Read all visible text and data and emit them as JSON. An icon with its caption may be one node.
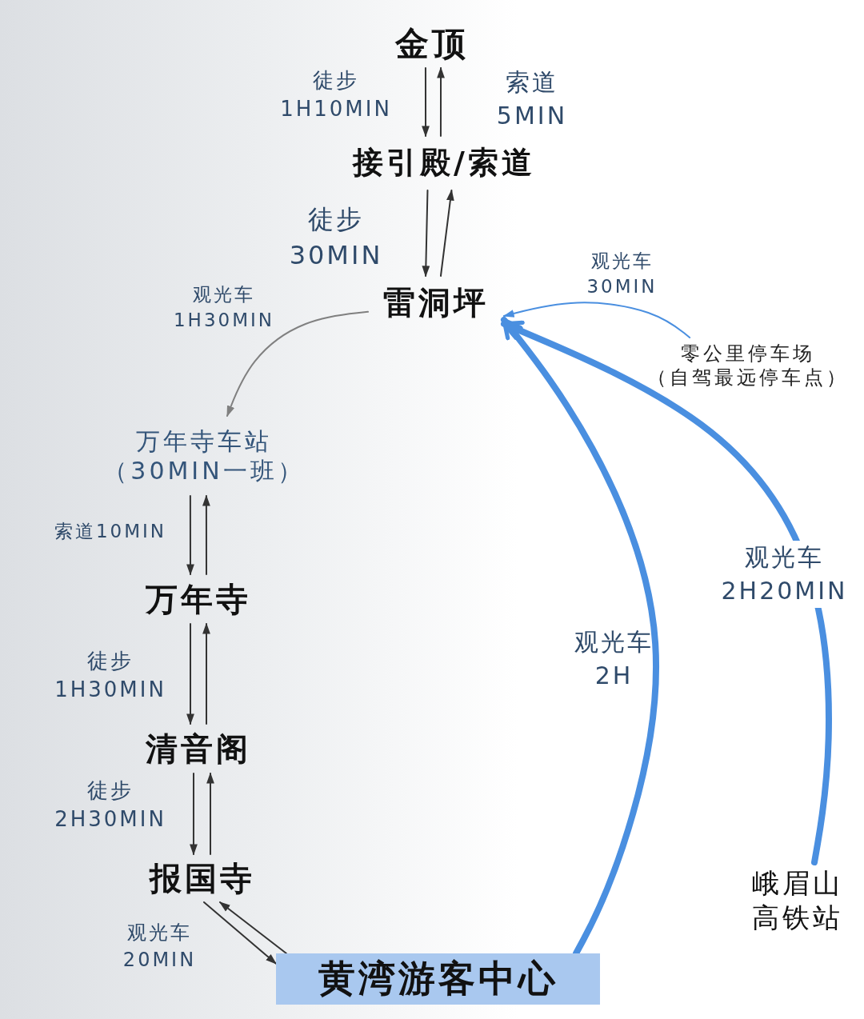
{
  "diagram": {
    "nodes": [
      {
        "text": [
          "金顶"
        ]
      },
      {
        "text": [
          "接引殿/索道"
        ]
      },
      {
        "text": [
          "雷洞坪"
        ]
      },
      {
        "text": [
          "万年寺车站",
          "（30MIN一班）"
        ]
      },
      {
        "text": [
          "万年寺"
        ]
      },
      {
        "text": [
          "清音阁"
        ]
      },
      {
        "text": [
          "报国寺"
        ]
      },
      {
        "text": [
          "黄湾游客中心"
        ]
      },
      {
        "text": [
          "零公里停车场",
          "（自驾最远停车点）"
        ]
      },
      {
        "text": [
          "峨眉山高铁站"
        ]
      }
    ],
    "edges": [
      {
        "from": 0,
        "to": 1,
        "arrow": "to",
        "label": "徒步 1H10MIN"
      },
      {
        "from": 1,
        "to": 0,
        "arrow": "to",
        "label": "索道 5MIN"
      },
      {
        "from": 1,
        "to": 2,
        "arrow": "to",
        "label": "徒步 30MIN"
      },
      {
        "from": 2,
        "to": 1,
        "arrow": "to"
      },
      {
        "from": 2,
        "to": 3,
        "arrow": "to",
        "label": "观光车 1H30MIN",
        "color": "#808080"
      },
      {
        "from": 3,
        "to": 4,
        "arrow": "to",
        "label": "索道10MIN"
      },
      {
        "from": 4,
        "to": 3,
        "arrow": "to"
      },
      {
        "from": 4,
        "to": 5,
        "arrow": "to",
        "label": "徒步 1H30MIN"
      },
      {
        "from": 5,
        "to": 4,
        "arrow": "to"
      },
      {
        "from": 5,
        "to": 6,
        "arrow": "to",
        "label": "徒步 2H30MIN"
      },
      {
        "from": 6,
        "to": 5,
        "arrow": "to"
      },
      {
        "from": 6,
        "to": 7,
        "arrow": "to",
        "label": "观光车 20MIN"
      },
      {
        "from": 7,
        "to": 6,
        "arrow": "to"
      },
      {
        "from": 8,
        "to": 2,
        "arrow": "to",
        "label": "观光车 30MIN",
        "color": "#4a8fe0"
      },
      {
        "from": 7,
        "to": 2,
        "arrow": "to",
        "label": "观光车 2H",
        "style": "thick",
        "color": "#4a8fe0"
      },
      {
        "from": 9,
        "to": 2,
        "arrow": "to",
        "label": "观光车 2H20MIN",
        "style": "thick",
        "color": "#4a8fe0"
      }
    ]
  }
}
